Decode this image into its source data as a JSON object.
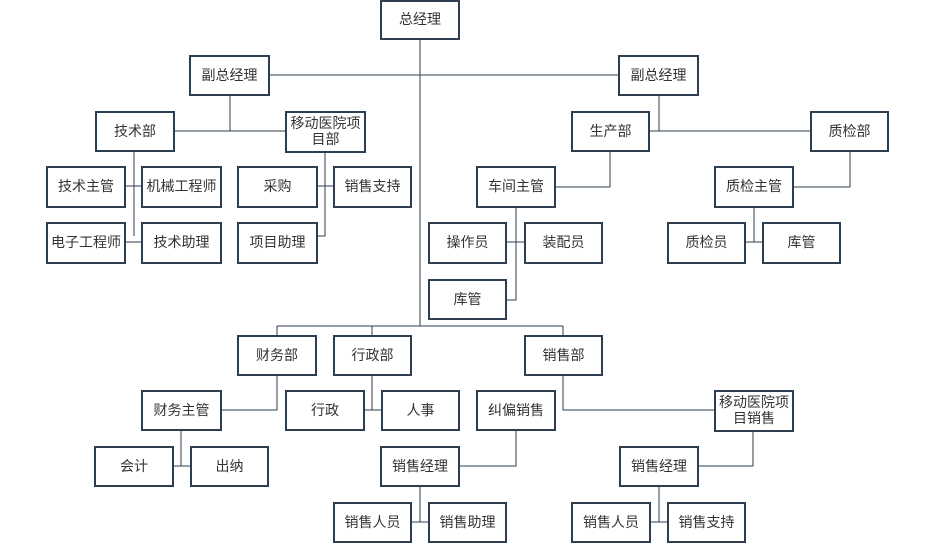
{
  "nodes": {
    "n1": "总经理",
    "n2": "副总经理",
    "n3": "副总经理",
    "n4": "技术部",
    "n5": "移动医院项目部",
    "n6": "技术主管",
    "n7": "机械工程师",
    "n8": "电子工程师",
    "n9": "技术助理",
    "n10": "采购",
    "n11": "销售支持",
    "n12": "项目助理",
    "n13": "生产部",
    "n14": "质检部",
    "n15": "车间主管",
    "n16": "操作员",
    "n17": "装配员",
    "n18": "库管",
    "n19": "质检主管",
    "n20": "质检员",
    "n21": "库管",
    "n22": "财务部",
    "n23": "行政部",
    "n24": "销售部",
    "n25": "财务主管",
    "n26": "会计",
    "n27": "出纳",
    "n28": "行政",
    "n29": "人事",
    "n30": "纠偏销售",
    "n31": "移动医院项目销售",
    "n32": "销售经理",
    "n33": "销售人员",
    "n34": "销售助理",
    "n35": "销售经理",
    "n36": "销售人员",
    "n37": "销售支持"
  }
}
